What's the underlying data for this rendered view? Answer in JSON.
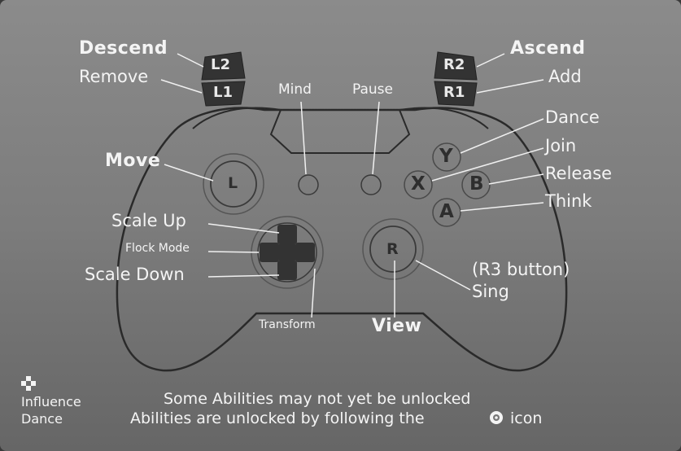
{
  "labels": {
    "descend": "Descend",
    "remove": "Remove",
    "ascend": "Ascend",
    "add": "Add",
    "mind": "Mind",
    "pause": "Pause",
    "dance": "Dance",
    "join": "Join",
    "release": "Release",
    "think": "Think",
    "move": "Move",
    "scale_up": "Scale Up",
    "flock_mode": "Flock Mode",
    "scale_down": "Scale Down",
    "transform": "Transform",
    "view": "View",
    "r3_button": "(R3 button)",
    "sing": "Sing"
  },
  "buttons": {
    "l2": "L2",
    "l1": "L1",
    "r2": "R2",
    "r1": "R1",
    "left_stick": "L",
    "right_stick": "R",
    "y": "Y",
    "x": "X",
    "b": "B",
    "a": "A"
  },
  "legend": {
    "influence": "Influence",
    "dance": "Dance"
  },
  "footer": {
    "line1": "Some Abilities may not yet be unlocked",
    "line2_prefix": "Abilities are unlocked by following the",
    "line2_suffix": "icon"
  },
  "icons": [
    "dpad-icon",
    "ability-unlock-icon"
  ],
  "colors": {
    "background_top": "#8b8b8b",
    "background_bottom": "#666666",
    "text": "#f4f4f4",
    "controller_outline": "#2e2e2e",
    "button_dark": "#333333"
  }
}
